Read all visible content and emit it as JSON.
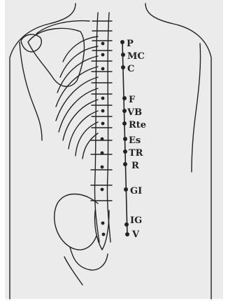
{
  "colors": {
    "ink": "#222222",
    "paper": "#ebebeb"
  },
  "points": [
    {
      "id": "p",
      "label": "P"
    },
    {
      "id": "mc",
      "label": "MC"
    },
    {
      "id": "c",
      "label": "C"
    },
    {
      "id": "f",
      "label": "F"
    },
    {
      "id": "vb",
      "label": "VB"
    },
    {
      "id": "rte",
      "label": "Rte"
    },
    {
      "id": "es",
      "label": "Es"
    },
    {
      "id": "tr",
      "label": "TR"
    },
    {
      "id": "r",
      "label": "R"
    },
    {
      "id": "gi",
      "label": "GI"
    },
    {
      "id": "ig",
      "label": "IG"
    },
    {
      "id": "v",
      "label": "V"
    }
  ]
}
